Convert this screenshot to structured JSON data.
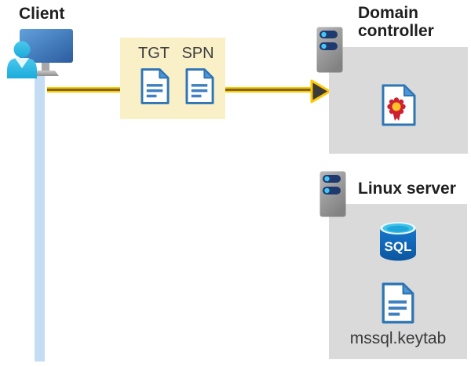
{
  "client": {
    "label": "Client"
  },
  "ticket_box": {
    "tgt_label": "TGT",
    "spn_label": "SPN"
  },
  "domain_controller": {
    "label": "Domain controller"
  },
  "linux_server": {
    "label": "Linux server",
    "keytab_label": "mssql.keytab"
  },
  "sql_database": {
    "label": "SQL"
  },
  "colors": {
    "arrow_yellow": "#FFC800",
    "arrowhead_dark": "#3B3B3B",
    "ticket_box_bg": "#FAF0C8",
    "panel_gray": "#DADADA",
    "lifeline_blue": "#C5DDF4",
    "document_blue": "#2E75B6",
    "document_fold_blue": "#4C96D6",
    "sql_body_blue": "#0F63B4",
    "sql_top_cyan": "#3FC3EA",
    "certificate_red": "#CE2030",
    "certificate_gold": "#FFC328",
    "person_cyan": "#2FBCE5",
    "monitor_blue": "#3E78BC",
    "server_slot_navy": "#1E3A6E",
    "label_dark": "#1F1F1F"
  }
}
